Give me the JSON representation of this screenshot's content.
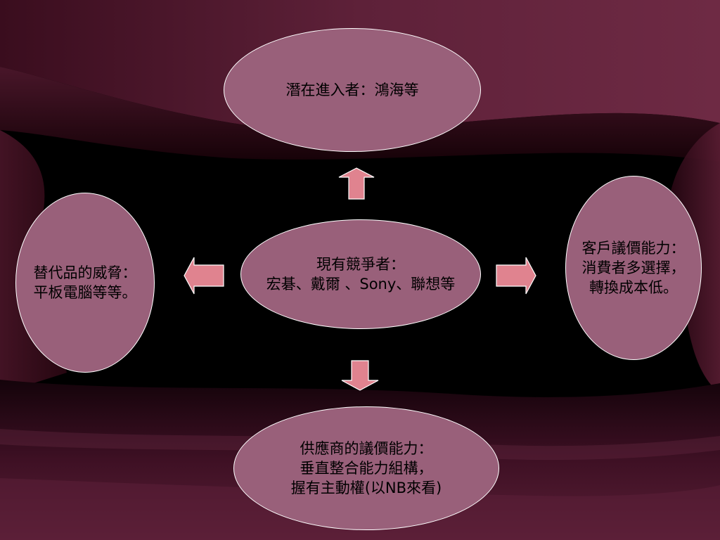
{
  "diagram": {
    "colors": {
      "node_fill": "#99607a",
      "node_border": "#ffffff",
      "arrow_fill": "#e0838f",
      "arrow_border": "#ffffff",
      "text": "#000000"
    },
    "nodes": {
      "top": {
        "lines": [
          "潛在進入者：鴻海等"
        ]
      },
      "center": {
        "lines": [
          "現有競爭者：",
          "宏碁、戴爾 、Sony、聯想等"
        ]
      },
      "left": {
        "lines": [
          "替代品的威脅：",
          "平板電腦等等。"
        ]
      },
      "right": {
        "lines": [
          "客戶議價能力：",
          "消費者多選擇，",
          "轉換成本低。"
        ]
      },
      "bottom": {
        "lines": [
          "供應商的議價能力：",
          "垂直整合能力組構，",
          "握有主動權(以NB來看)"
        ]
      }
    },
    "arrows": [
      "up",
      "down",
      "left",
      "right"
    ]
  }
}
